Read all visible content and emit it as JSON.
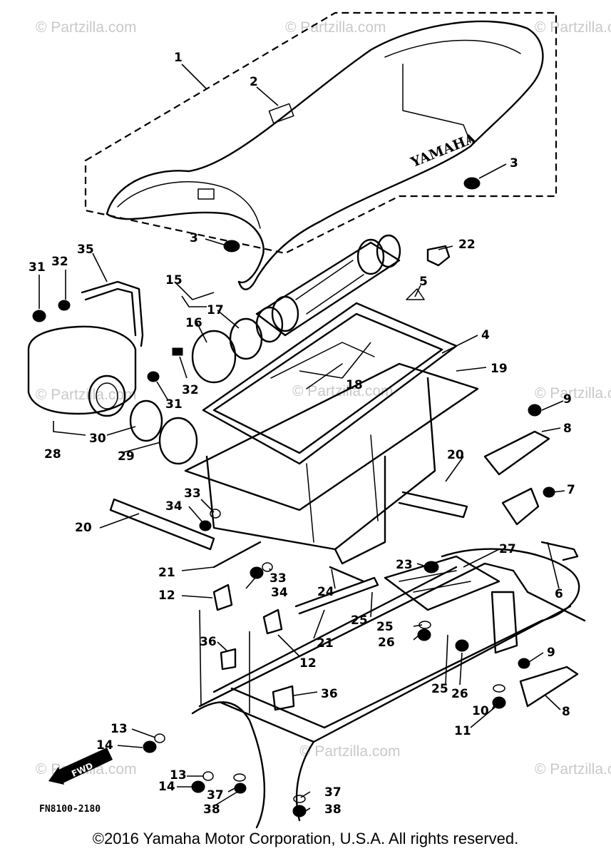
{
  "watermarks": [
    "© Partzilla.com",
    "© Partzilla.com",
    "© Partzilla.com",
    "© Partzilla.com",
    "© Partzilla.com",
    "© Partzilla.com",
    "© Partzilla.com",
    "© Partzilla.com",
    "© Partzilla.com"
  ],
  "seat_logo": "YAMAHA",
  "fwd_label": "FWD",
  "drawing_code": "FN8100-2180",
  "copyright": "©2016 Yamaha Motor Corporation, U.S.A. All rights reserved.",
  "callouts": [
    "1",
    "2",
    "3",
    "3",
    "4",
    "5",
    "6",
    "7",
    "8",
    "8",
    "9",
    "9",
    "10",
    "11",
    "12",
    "12",
    "13",
    "13",
    "14",
    "14",
    "15",
    "16",
    "17",
    "18",
    "19",
    "20",
    "20",
    "21",
    "21",
    "22",
    "23",
    "24",
    "25",
    "25",
    "25",
    "26",
    "26",
    "27",
    "28",
    "29",
    "30",
    "31",
    "31",
    "32",
    "32",
    "33",
    "33",
    "34",
    "34",
    "35",
    "36",
    "36",
    "37",
    "37",
    "38",
    "38"
  ]
}
